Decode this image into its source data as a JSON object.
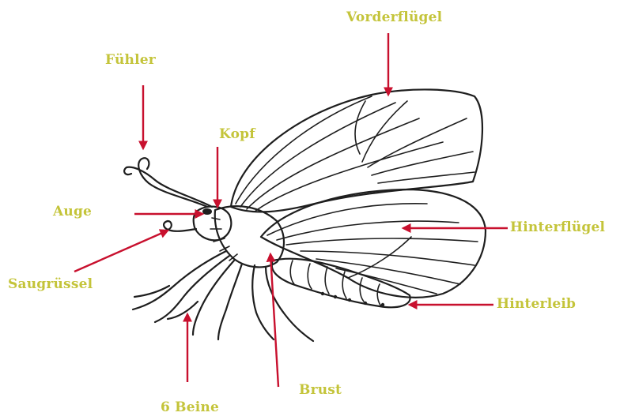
{
  "labels": {
    "vorderfluegel": "Vorderflügel",
    "fuehler": "Fühler",
    "kopf": "Kopf",
    "auge": "Auge",
    "hinterfluegel": "Hinterflügel",
    "saugruessel": "Saugrüssel",
    "hinterleib": "Hinterleib",
    "beine": "6 Beine",
    "brust": "Brust"
  },
  "colors": {
    "label": "#c4c43a",
    "arrow": "#c8102e",
    "outline": "#1e1e1e"
  }
}
